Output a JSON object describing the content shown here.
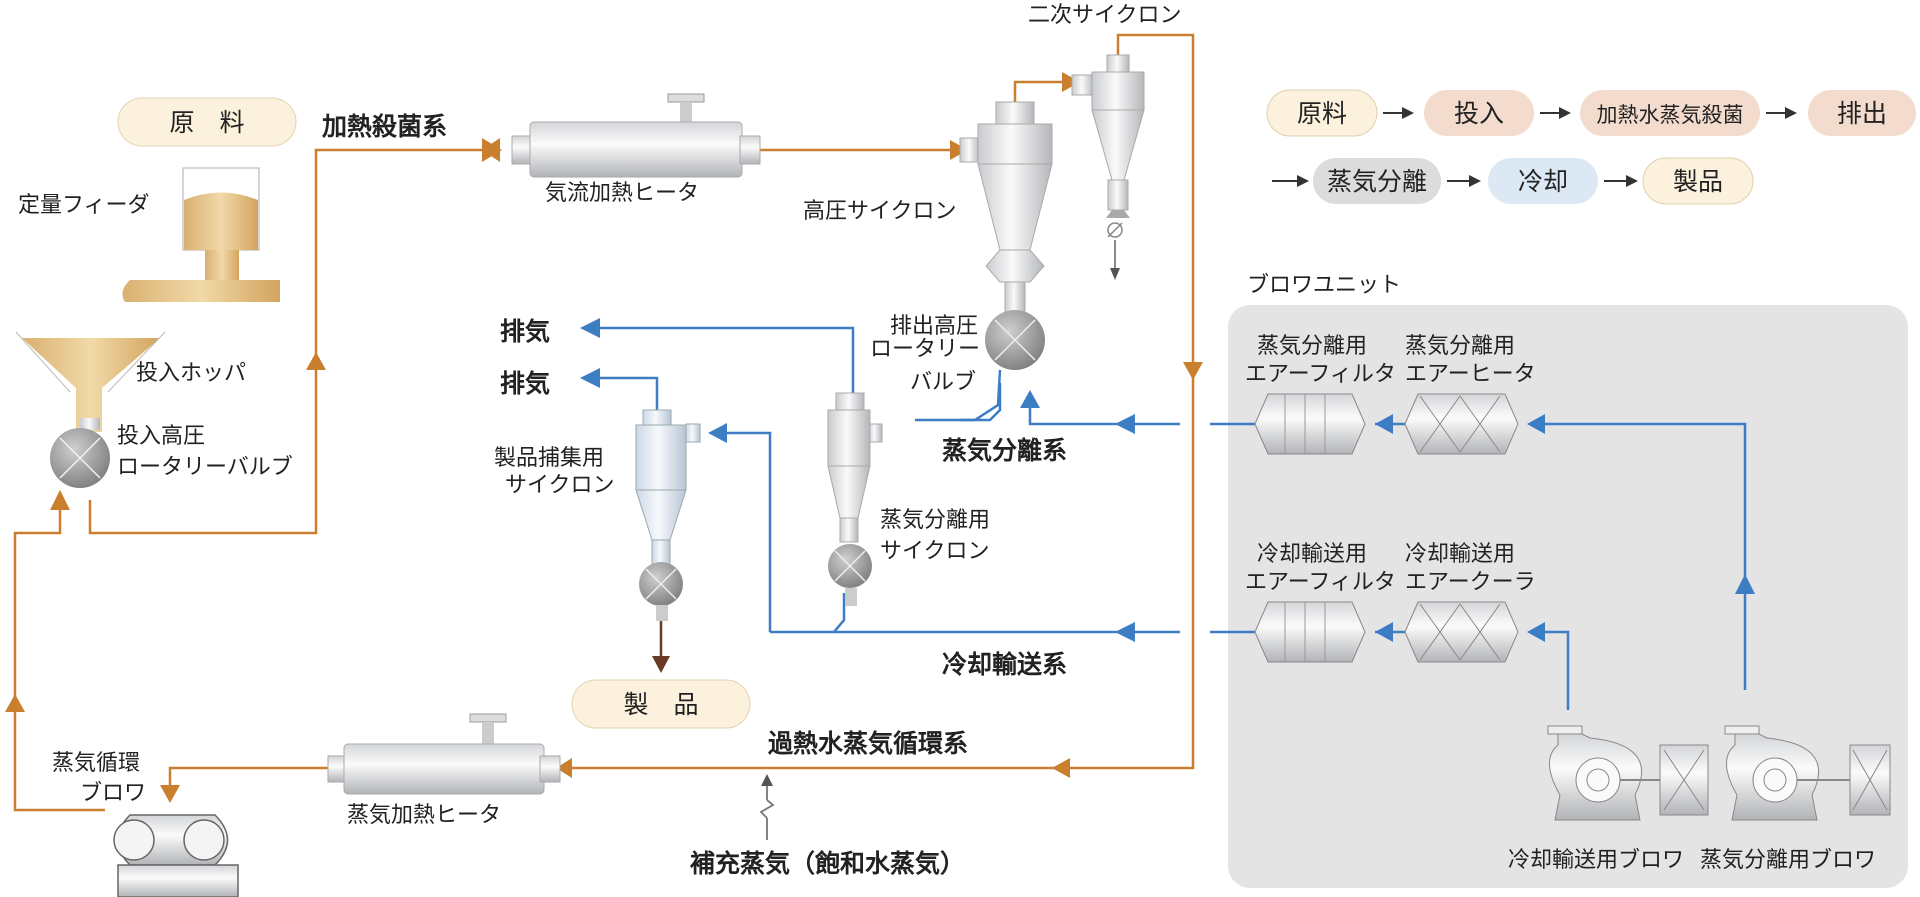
{
  "labels": {
    "raw_material": "原　料",
    "product": "製　品",
    "fixed_feeder": "定量フィーダ",
    "hopper": "投入ホッパ",
    "valve_in_1": "投入高圧",
    "valve_in_2": "ロータリーバルブ",
    "heating_system": "加熱殺菌系",
    "airflow_heater": "気流加熱ヒータ",
    "hp_cyclone": "高圧サイクロン",
    "secondary_cyclone": "二次サイクロン",
    "discharge_valve_1": "排出高圧",
    "discharge_valve_2": "ロータリー",
    "discharge_valve_3": "バルブ",
    "exhaust_1": "排気",
    "exhaust_2": "排気",
    "product_cyclone_1": "製品捕集用",
    "product_cyclone_2": "サイクロン",
    "steam_sep_cyclone_1": "蒸気分離用",
    "steam_sep_cyclone_2": "サイクロン",
    "steam_sep_system": "蒸気分離系",
    "cooling_system": "冷却輸送系",
    "superheated_system": "過熱水蒸気循環系",
    "steam_heater": "蒸気加熱ヒータ",
    "circ_blower_1": "蒸気循環",
    "circ_blower_2": "ブロワ",
    "make_up_steam": "補充蒸気（飽和水蒸気）",
    "blower_unit": "ブロワユニット",
    "filter_a_1": "蒸気分離用",
    "filter_a_2": "エアーフィルタ",
    "heater_a_1": "蒸気分離用",
    "heater_a_2": "エアーヒータ",
    "filter_b_1": "冷却輸送用",
    "filter_b_2": "エアーフィルタ",
    "cooler_b_1": "冷却輸送用",
    "cooler_b_2": "エアークーラ",
    "cool_blower": "冷却輸送用ブロワ",
    "sep_blower": "蒸気分離用ブロワ"
  },
  "legend": {
    "steps": [
      {
        "label": "原料",
        "color": "#fbf1dc"
      },
      {
        "label": "投入",
        "color": "#f3dccd"
      },
      {
        "label": "加熱水蒸気殺菌",
        "color": "#f3dccd"
      },
      {
        "label": "排出",
        "color": "#f3dccd"
      },
      {
        "label": "蒸気分離",
        "color": "#dcdcdc"
      },
      {
        "label": "冷却",
        "color": "#dce8f4"
      },
      {
        "label": "製品",
        "color": "#fbf1dc"
      }
    ]
  },
  "colors": {
    "steam_line": "#c97f2e",
    "air_line": "#3d7dc4",
    "product_line": "#6b3a26",
    "unit_panel": "#e4e4e4",
    "hopper_fill": "#e6c488"
  }
}
